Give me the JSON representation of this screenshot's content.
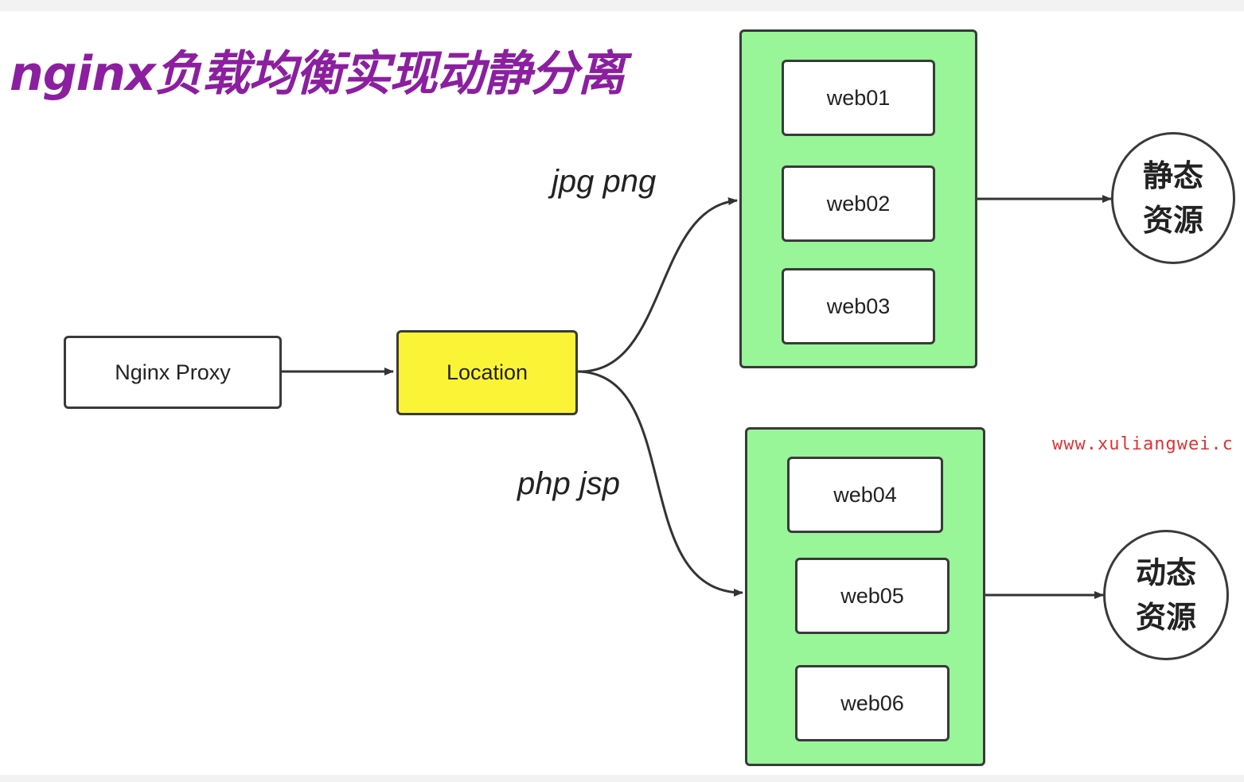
{
  "title": "nginx负载均衡实现动静分离",
  "proxy_label": "Nginx Proxy",
  "location_label": "Location",
  "static_edge_label": "jpg png",
  "dynamic_edge_label": "php jsp",
  "static_group": {
    "servers": [
      "web01",
      "web02",
      "web03"
    ]
  },
  "dynamic_group": {
    "servers": [
      "web04",
      "web05",
      "web06"
    ]
  },
  "static_resource": {
    "line1": "静态",
    "line2": "资源"
  },
  "dynamic_resource": {
    "line1": "动态",
    "line2": "资源"
  },
  "watermark": "www.xuliangwei.c",
  "colors": {
    "group_fill": "#98f598",
    "location_fill": "#fbf335",
    "title": "#8b1fa0",
    "watermark": "#dd3333"
  }
}
